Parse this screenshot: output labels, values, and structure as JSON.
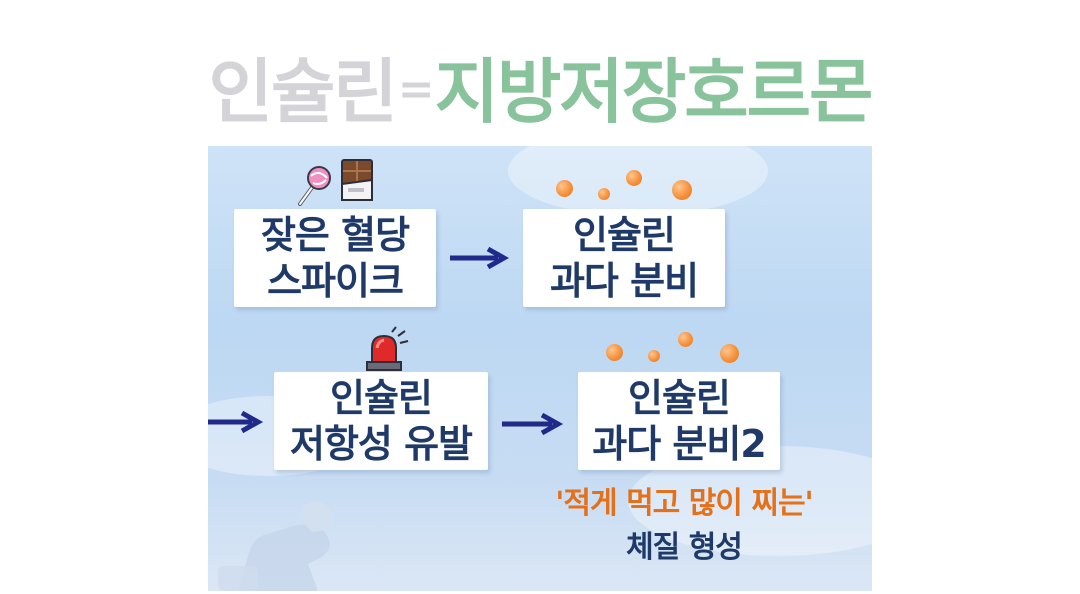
{
  "title": {
    "part1": "인슐린",
    "eq": "=",
    "part2": "지방저장호르몬",
    "colors": {
      "grey": "#d4d4d8",
      "green": "#89c39b"
    }
  },
  "diagram": {
    "boxes": [
      {
        "line1": "잦은 혈당",
        "line2": "스파이크"
      },
      {
        "line1": "인슐린",
        "line2": "과다 분비"
      },
      {
        "line1": "인슐린",
        "line2": "저항성 유발"
      },
      {
        "line1": "인슐린",
        "line2": "과다 분비2"
      }
    ],
    "icons": [
      "lollipop-icon",
      "chocolate-bar-icon",
      "siren-icon",
      "orange-bubbles-icon"
    ],
    "note": {
      "line1": "'적게 먹고 많이 찌는'",
      "line2": "체질 형성"
    },
    "colors": {
      "box_text": "#1f3a68",
      "arrow": "#1f2a8a",
      "note_orange": "#e4711a",
      "bubble": "#f6913a"
    }
  }
}
